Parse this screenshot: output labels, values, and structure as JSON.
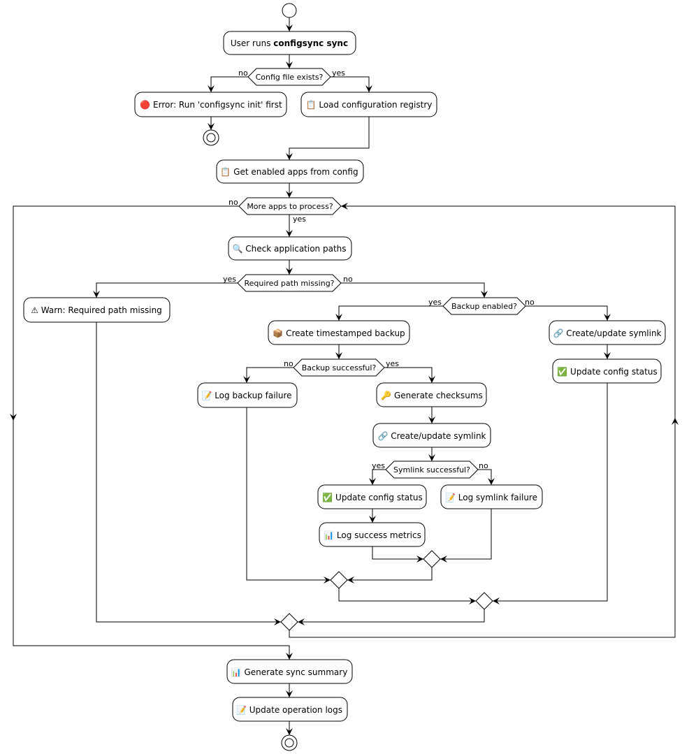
{
  "diagram": {
    "start": {
      "text_prefix": "User runs ",
      "text_bold": "configsync sync"
    },
    "decisions": {
      "config_exists": "Config file exists?",
      "more_apps": "More apps to process?",
      "path_missing": "Required path missing?",
      "backup_enabled": "Backup enabled?",
      "backup_successful": "Backup successful?",
      "symlink_successful": "Symlink successful?"
    },
    "branches": {
      "no": "no",
      "yes": "yes"
    },
    "actions": {
      "error_init": "🔴 Error: Run 'configsync init' first",
      "load_registry": "📋 Load configuration registry",
      "get_apps": "📋 Get enabled apps from config",
      "check_paths": "🔍 Check application paths",
      "warn_missing": "⚠ Warn: Required path missing",
      "create_backup": "📦 Create timestamped backup",
      "log_backup_failure": "📝 Log backup failure",
      "generate_checksums": "🔑 Generate checksums",
      "create_symlink_backup": "🔗 Create/update symlink",
      "update_status_ok": "✅ Update config status",
      "log_success": "📊 Log success metrics",
      "log_symlink_failure": "📝 Log symlink failure",
      "create_symlink_direct": "🔗 Create/update symlink",
      "update_status_direct": "✅ Update config status",
      "generate_summary": "📊 Generate sync summary",
      "update_logs": "📝 Update operation logs"
    }
  }
}
